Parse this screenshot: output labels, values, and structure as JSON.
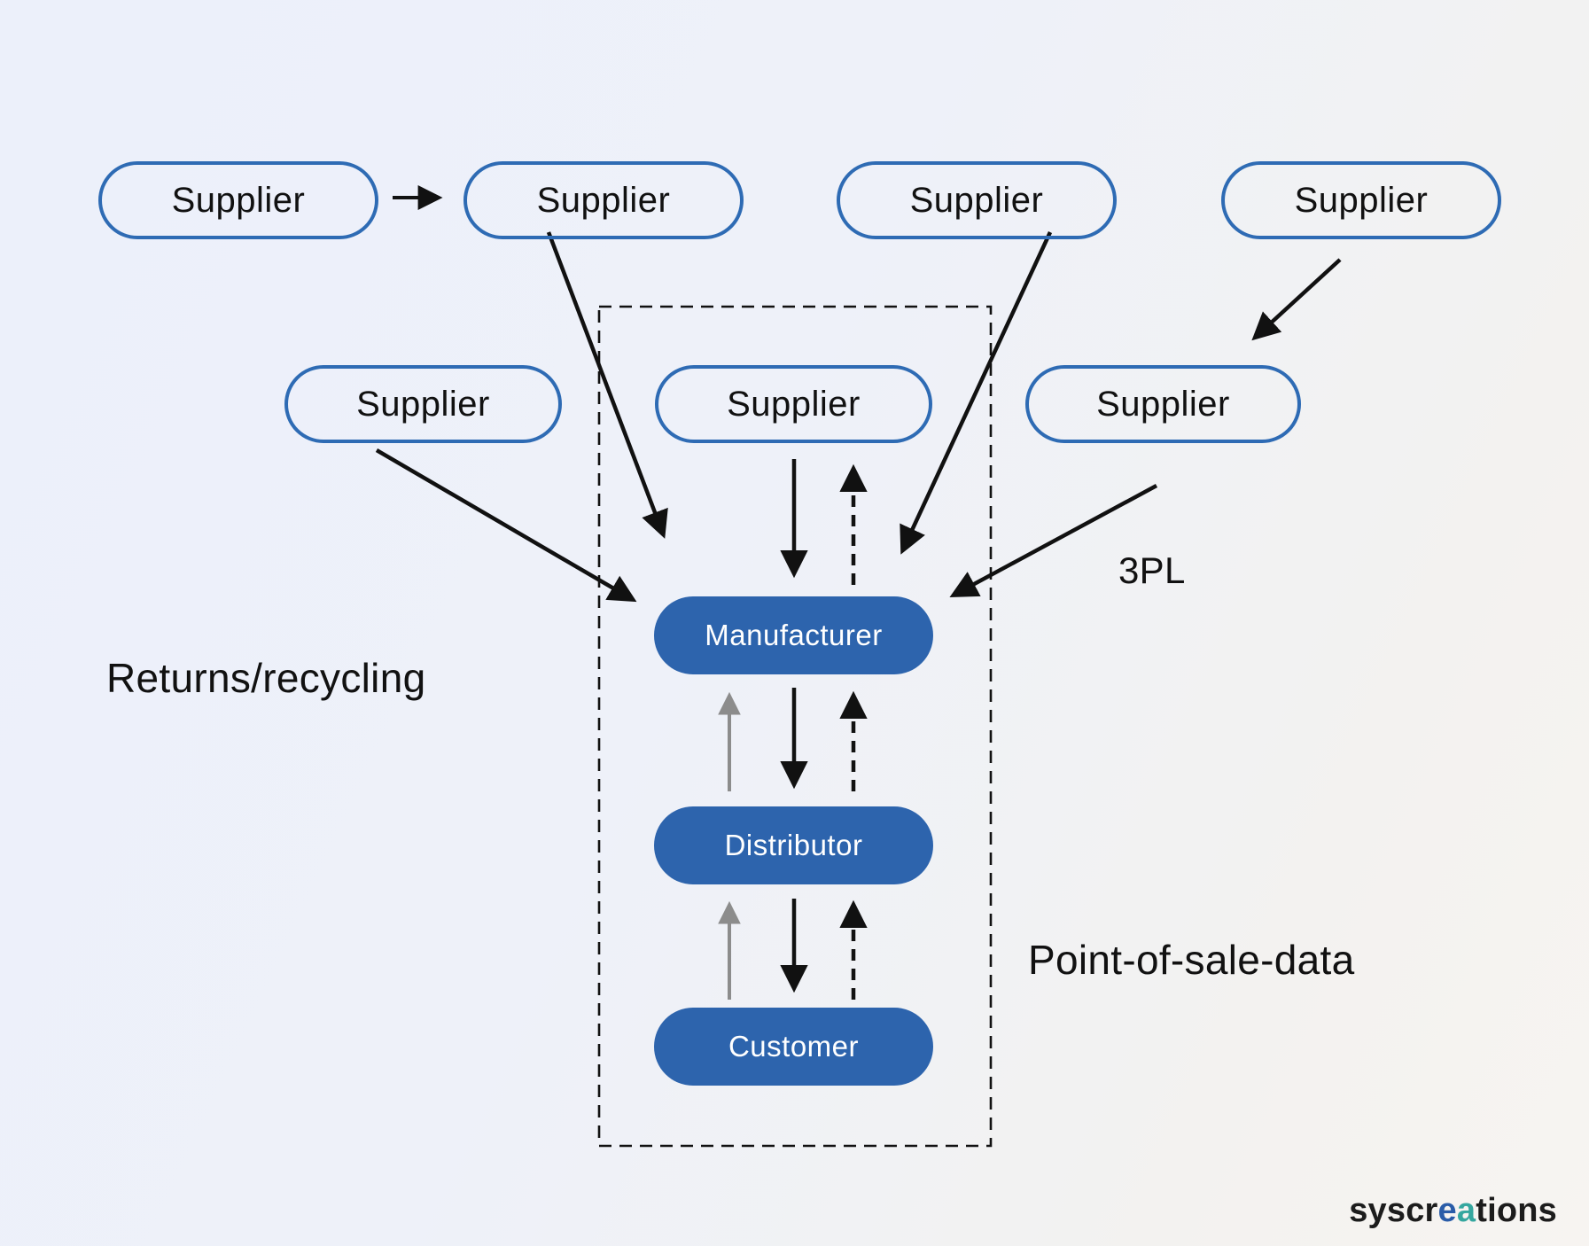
{
  "diagram": {
    "title_hint": "supply chain flow diagram",
    "suppliers": [
      {
        "label": "Supplier"
      },
      {
        "label": "Supplier"
      },
      {
        "label": "Supplier"
      },
      {
        "label": "Supplier"
      },
      {
        "label": "Supplier"
      },
      {
        "label": "Supplier"
      },
      {
        "label": "Supplier"
      }
    ],
    "chain": [
      {
        "label": "Manufacturer"
      },
      {
        "label": "Distributor"
      },
      {
        "label": "Customer"
      }
    ],
    "annotations": {
      "returns": "Returns/recycling",
      "tpl": "3PL",
      "pos": "Point-of-sale-data"
    },
    "logo": {
      "part1": "syscr",
      "part2": "e",
      "part3": "a",
      "part4": "tions"
    },
    "colors": {
      "outline_pill_border": "#2e6bb4",
      "filled_pill_background": "#2d64ad",
      "filled_pill_text": "#ffffff",
      "arrow_solid": "#111111",
      "arrow_dashed": "#111111",
      "arrow_gray": "#8c8c8c",
      "logo_black": "#1c1c1c",
      "logo_blue": "#2a5ca8",
      "logo_teal": "#35a79f",
      "background_start": "#ecf0fa",
      "background_end": "#f7f4f1"
    }
  }
}
